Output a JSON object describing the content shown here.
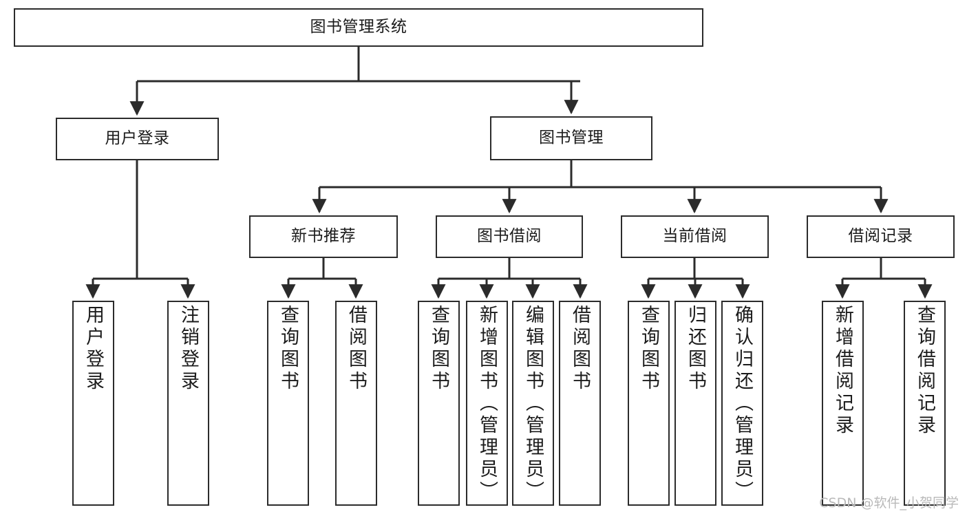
{
  "diagram": {
    "title": "图书管理系统",
    "watermark": "CSDN @软件_小贺同学",
    "accent_color": "#2b2b2b",
    "background_color": "#ffffff",
    "root": {
      "id": "root",
      "label": "图书管理系统"
    },
    "level1": [
      {
        "id": "user-login",
        "label": "用户登录"
      },
      {
        "id": "book-management",
        "label": "图书管理"
      }
    ],
    "level2": [
      {
        "id": "new-book-recommend",
        "label": "新书推荐",
        "parent": "book-management"
      },
      {
        "id": "book-borrow",
        "label": "图书借阅",
        "parent": "book-management"
      },
      {
        "id": "current-borrow",
        "label": "当前借阅",
        "parent": "book-management"
      },
      {
        "id": "borrow-record",
        "label": "借阅记录",
        "parent": "book-management"
      }
    ],
    "leaves": [
      {
        "id": "leaf-user-login",
        "label": "用户登录",
        "parent": "user-login"
      },
      {
        "id": "leaf-logout-login",
        "label": "注销登录",
        "parent": "user-login"
      },
      {
        "id": "leaf-query-book-1",
        "label": "查询图书",
        "parent": "new-book-recommend"
      },
      {
        "id": "leaf-borrow-book-1",
        "label": "借阅图书",
        "parent": "new-book-recommend"
      },
      {
        "id": "leaf-query-book-2",
        "label": "查询图书",
        "parent": "book-borrow"
      },
      {
        "id": "leaf-add-book",
        "label": "新增图书（管理员）",
        "parent": "book-borrow"
      },
      {
        "id": "leaf-edit-book",
        "label": "编辑图书（管理员）",
        "parent": "book-borrow"
      },
      {
        "id": "leaf-borrow-book-2",
        "label": "借阅图书",
        "parent": "book-borrow"
      },
      {
        "id": "leaf-query-book-3",
        "label": "查询图书",
        "parent": "current-borrow"
      },
      {
        "id": "leaf-return-book",
        "label": "归还图书",
        "parent": "current-borrow"
      },
      {
        "id": "leaf-confirm-return",
        "label": "确认归还（管理员）",
        "parent": "current-borrow"
      },
      {
        "id": "leaf-add-record",
        "label": "新增借阅记录",
        "parent": "borrow-record"
      },
      {
        "id": "leaf-query-record",
        "label": "查询借阅记录",
        "parent": "borrow-record"
      }
    ]
  }
}
